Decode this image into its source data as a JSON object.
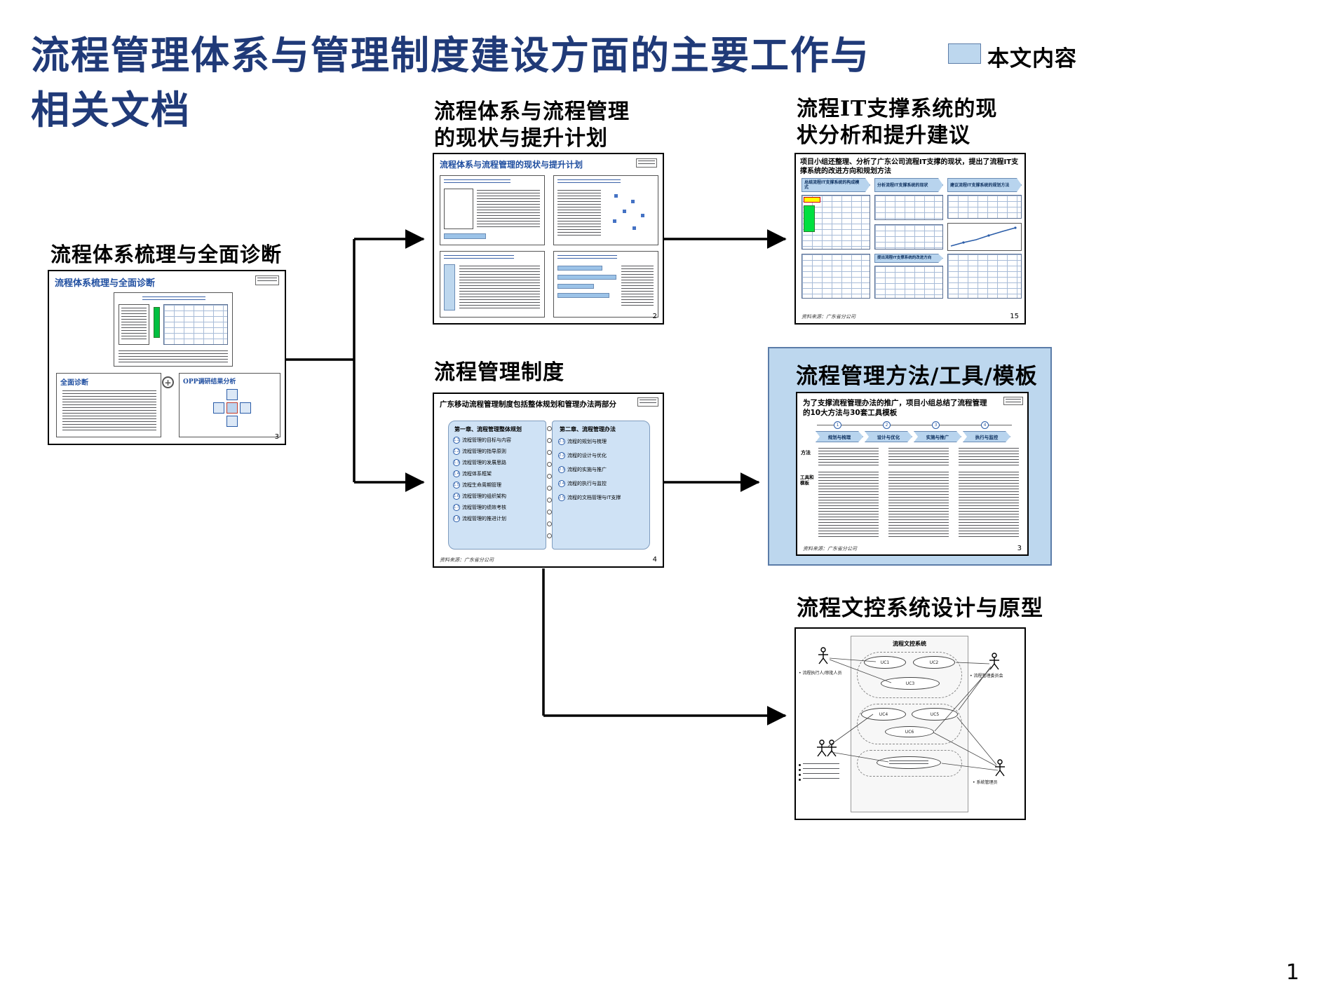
{
  "page": {
    "title_line1": "流程管理体系与管理制度建设方面的主要工作与",
    "title_line2": "相关文档",
    "page_number": "1"
  },
  "legend": {
    "label": "本文内容"
  },
  "headings": {
    "diagnosis": "流程体系梳理与全面诊断",
    "status_line1": "流程体系与流程管理",
    "status_line2": "的现状与提升计划",
    "it_line1": "流程IT支撑系统的现",
    "it_line2": "状分析和提升建议",
    "institution": "流程管理制度",
    "methods": "流程管理方法/工具/模板",
    "doc_control": "流程文控系统设计与原型"
  },
  "source_note": "资料来源：广东省分公司",
  "diagnosis_thumb": {
    "title": "流程体系梳理与全面诊断",
    "sub_left": "全面诊断",
    "sub_right": "OPP调研结果分析",
    "plus": "+",
    "page_no": "3"
  },
  "status_thumb": {
    "title": "流程体系与流程管理的现状与提升计划",
    "page_no": "2"
  },
  "it_thumb": {
    "intro": "项目小组还整理、分析了广东公司流程IT支撑的现状，提出了流程IT支撑系统的改进方向和规划方法",
    "col1_header": "总结流程IT支撑系统的构成模式",
    "col2_header": "分析流程IT支撑系统的现状",
    "col3_header": "建议流程IT支撑系统的规划方法",
    "row2_header": "提出流程IT支撑系统的改进方向",
    "page_no": "15"
  },
  "institution_thumb": {
    "intro": "广东移动流程管理制度包括整体规划和管理办法两部分",
    "ch1_title": "第一章、流程管理整体规划",
    "ch2_title": "第二章、流程管理办法",
    "ch1_items": [
      {
        "num": "1.1",
        "label": "流程管理的目标与内容"
      },
      {
        "num": "1.2",
        "label": "流程管理的指导原则"
      },
      {
        "num": "1.3",
        "label": "流程管理的发展思路"
      },
      {
        "num": "1.4",
        "label": "流程体系框架"
      },
      {
        "num": "1.5",
        "label": "流程生命周期管理"
      },
      {
        "num": "1.6",
        "label": "流程管理的组织架构"
      },
      {
        "num": "1.7",
        "label": "流程管理的绩效考核"
      },
      {
        "num": "1.8",
        "label": "流程管理的推进计划"
      }
    ],
    "ch2_items": [
      {
        "num": "2.1",
        "label": "流程的规划与梳理"
      },
      {
        "num": "2.2",
        "label": "流程的设计与优化"
      },
      {
        "num": "2.3",
        "label": "流程的实施与推广"
      },
      {
        "num": "2.4",
        "label": "流程的执行与监控"
      },
      {
        "num": "2.5",
        "label": "流程的文档管理与IT支撑"
      }
    ],
    "page_no": "4"
  },
  "methods_thumb": {
    "intro_line1": "为了支撑流程管理办法的推广，项目小组总结了流程管理",
    "intro_line2": "的10大方法与30套工具模板",
    "stages": [
      {
        "num": "1",
        "label": "规划与梳理"
      },
      {
        "num": "2",
        "label": "设计与优化"
      },
      {
        "num": "3",
        "label": "实施与推广"
      },
      {
        "num": "4",
        "label": "执行与监控"
      }
    ],
    "row_label_methods": "方法",
    "row_label_tools": "工具和模板",
    "page_no": "3"
  },
  "doc_thumb": {
    "system_title": "流程文控系统",
    "uc_labels": [
      "UC1",
      "UC2",
      "UC3",
      "UC4",
      "UC5",
      "UC6"
    ],
    "actor_left_top": "• 流程执行人/审批人员",
    "actor_right_top": "• 流程管理委员会",
    "actor_right_bottom": "• 系统管理员"
  }
}
